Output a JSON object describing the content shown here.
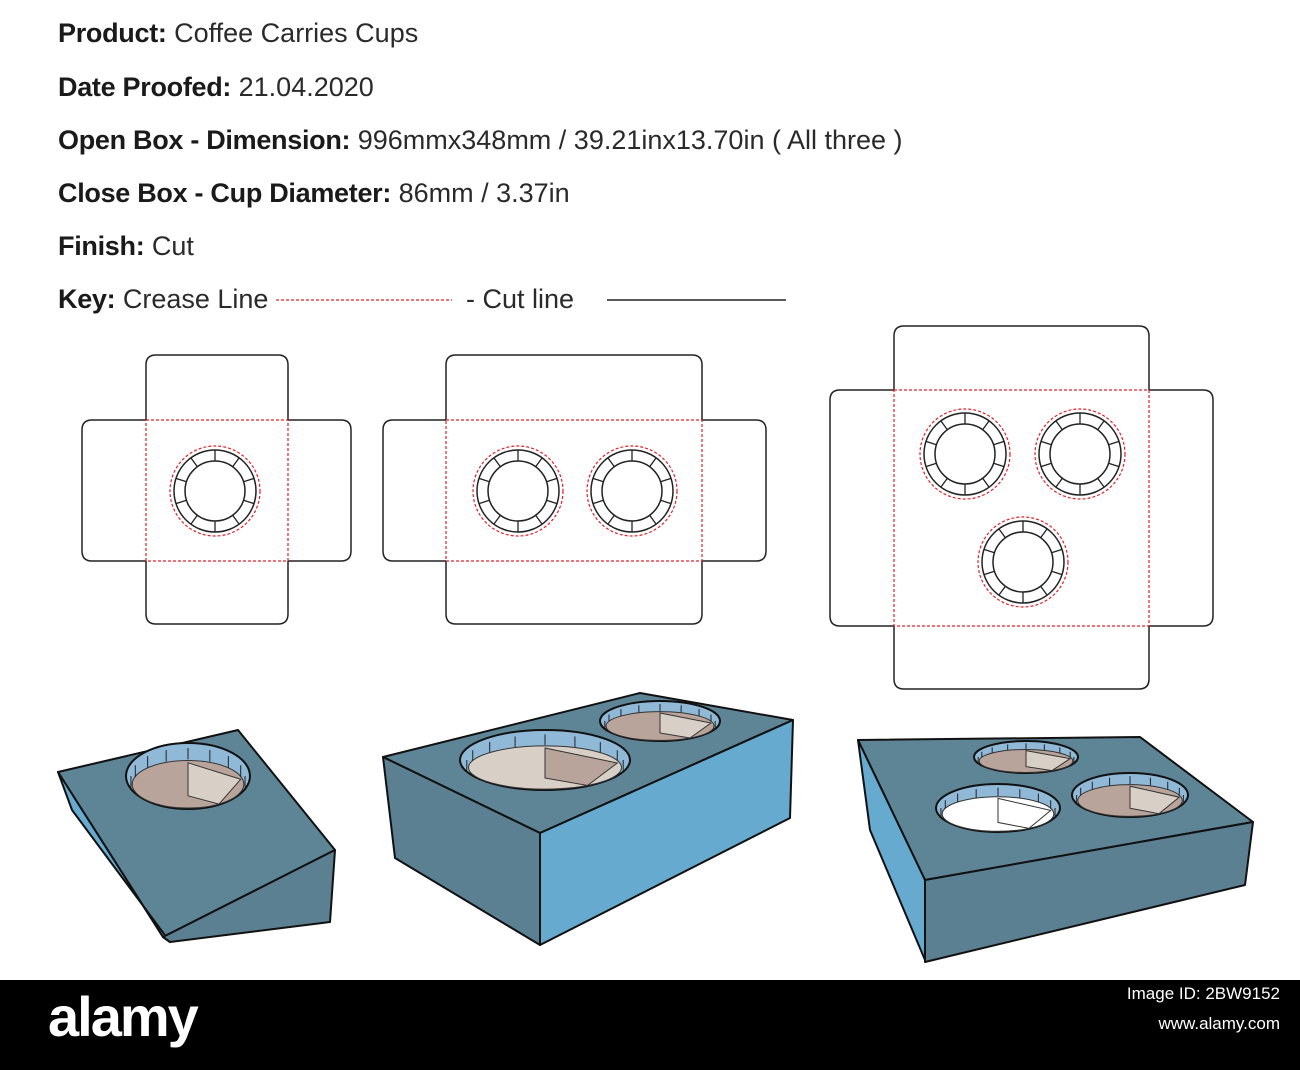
{
  "spec": {
    "product": {
      "label": "Product:",
      "value": "Coffee Carries Cups"
    },
    "date": {
      "label": "Date Proofed:",
      "value": "21.04.2020"
    },
    "open_box": {
      "label": "Open Box - Dimension:",
      "value": "996mmx348mm / 39.21inx13.70in ( All three )"
    },
    "close_box": {
      "label": "Close Box - Cup Diameter:",
      "value": "86mm / 3.37in"
    },
    "finish": {
      "label": "Finish:",
      "value": "Cut"
    },
    "key": {
      "label": "Key:",
      "crease": "Crease Line",
      "cut": "- Cut line"
    }
  },
  "colors": {
    "crease": "#e0202a",
    "cut": "#222222",
    "box_light": "#66aad0",
    "box_dark": "#5a8092",
    "box_top": "#5e8596",
    "cup_inside": "#b8a49a",
    "cup_light": "#d8cfc7",
    "footer_bg": "#000000"
  },
  "footer": {
    "brand": "alamy",
    "image_id": "Image ID: 2BW9152",
    "site": "www.alamy.com"
  }
}
